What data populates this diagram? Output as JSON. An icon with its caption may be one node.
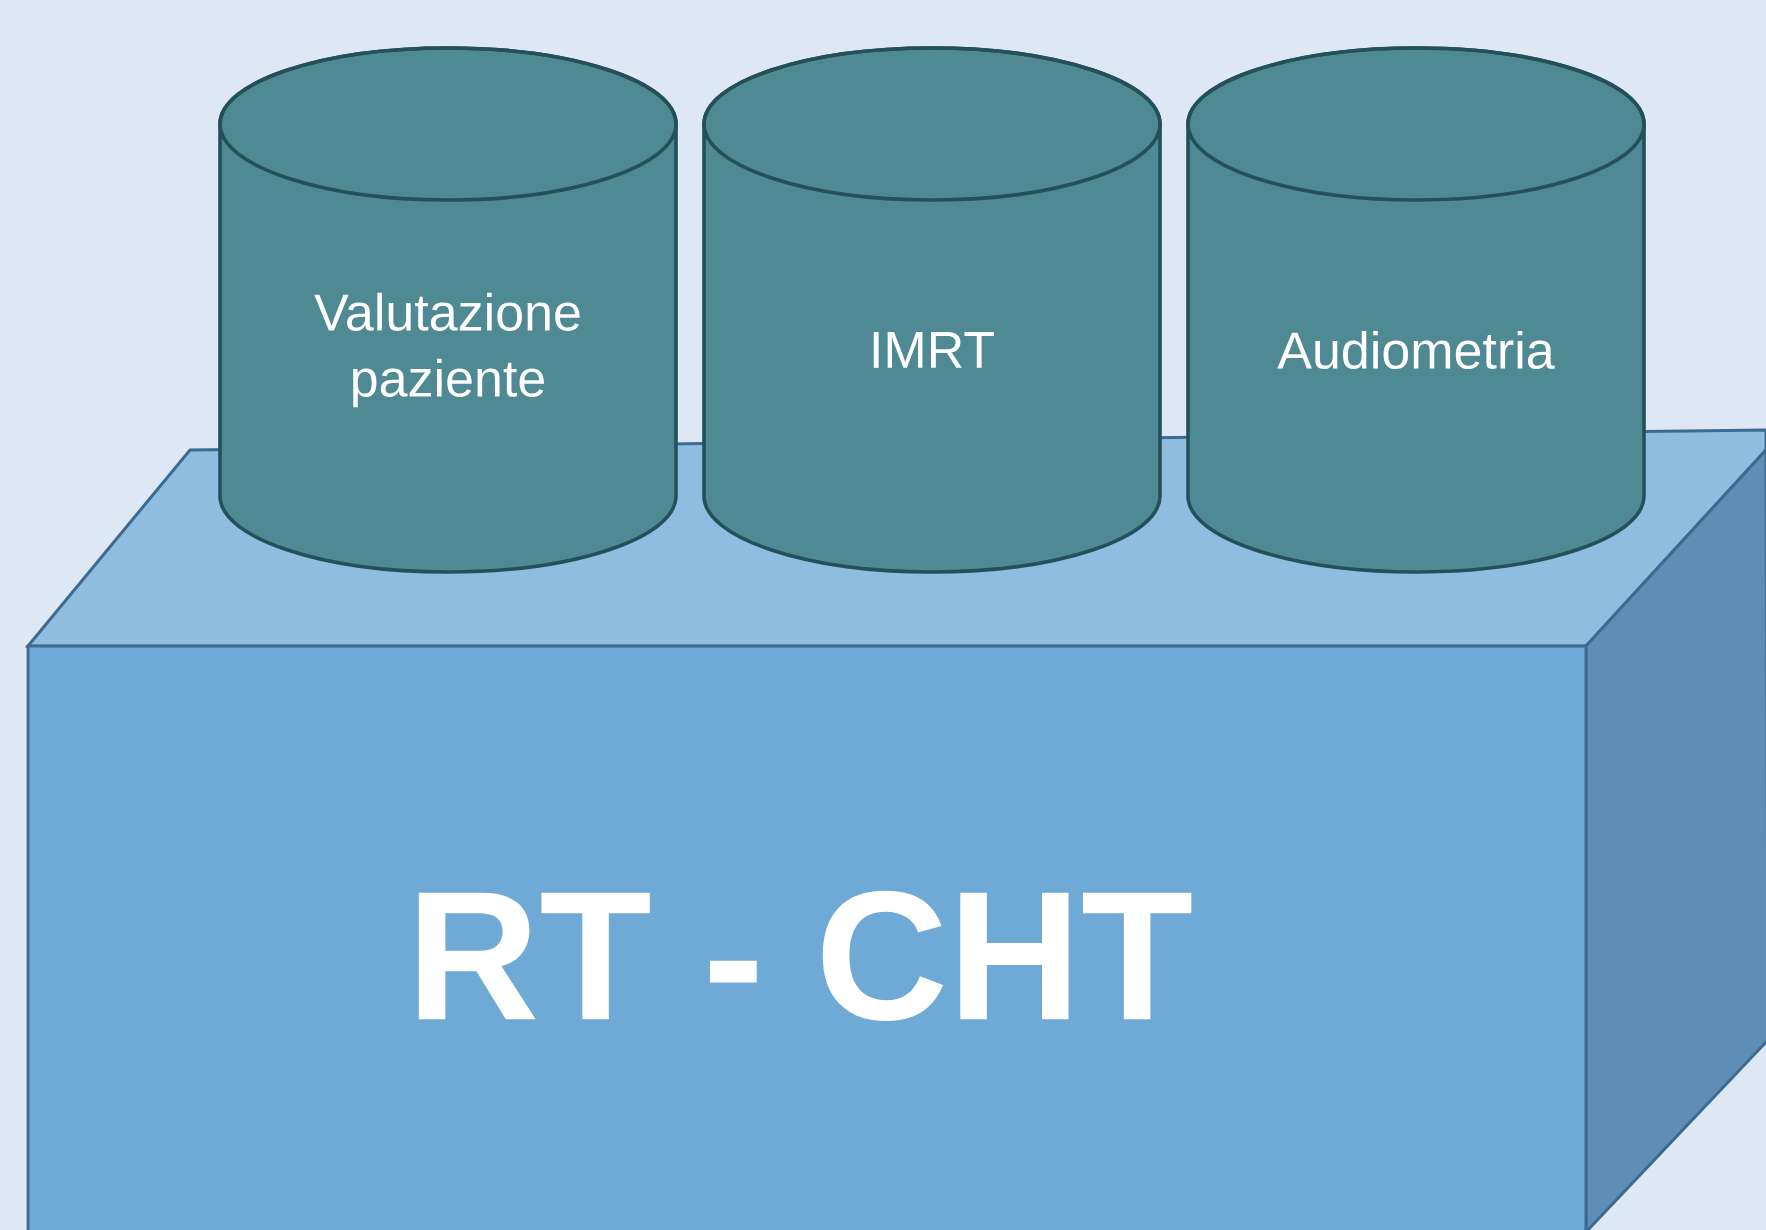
{
  "diagram": {
    "nodes": [
      {
        "text": [
          "Valutazione paziente"
        ]
      },
      {
        "text": [
          "IMRT"
        ]
      },
      {
        "text": [
          "Audiometria"
        ]
      },
      {
        "text": [
          "RT - CHT"
        ]
      }
    ]
  }
}
